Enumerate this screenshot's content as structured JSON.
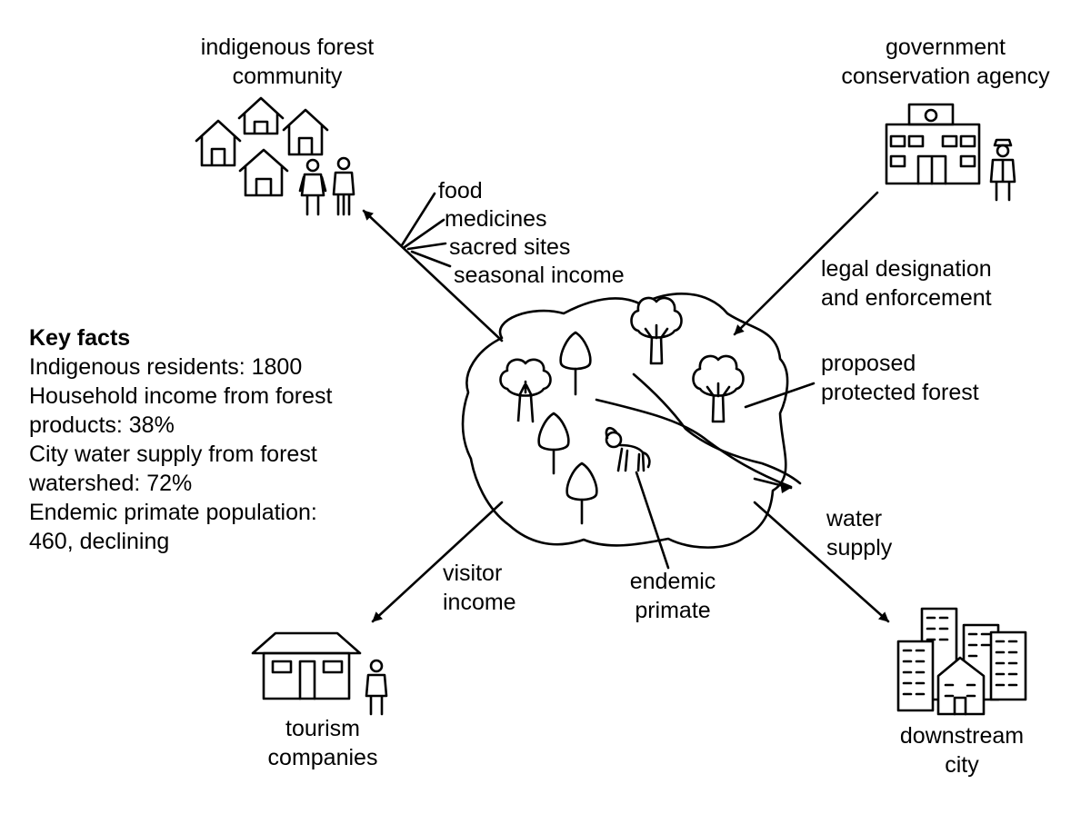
{
  "center": {
    "label_lines": [
      "proposed",
      "protected forest"
    ]
  },
  "primate_label": [
    "endemic",
    "primate"
  ],
  "stakeholders": {
    "community": {
      "name_lines": [
        "indigenous forest",
        "community"
      ]
    },
    "agency": {
      "name_lines": [
        "government",
        "conservation agency"
      ]
    },
    "tourism": {
      "name_lines": [
        "tourism",
        "companies"
      ]
    },
    "city": {
      "name_lines": [
        "downstream",
        "city"
      ]
    }
  },
  "flows": {
    "community": [
      "food",
      "medicines",
      "sacred sites",
      "seasonal income"
    ],
    "agency": [
      "legal designation",
      "and enforcement"
    ],
    "tourism": [
      "visitor",
      "income"
    ],
    "city": [
      "water",
      "supply"
    ]
  },
  "key_facts": {
    "title": "Key facts",
    "lines": [
      "Indigenous residents: 1800",
      "Household income from forest",
      "products: 38%",
      "City water supply from forest",
      "watershed: 72%",
      "Endemic primate population:",
      "460, declining"
    ]
  }
}
